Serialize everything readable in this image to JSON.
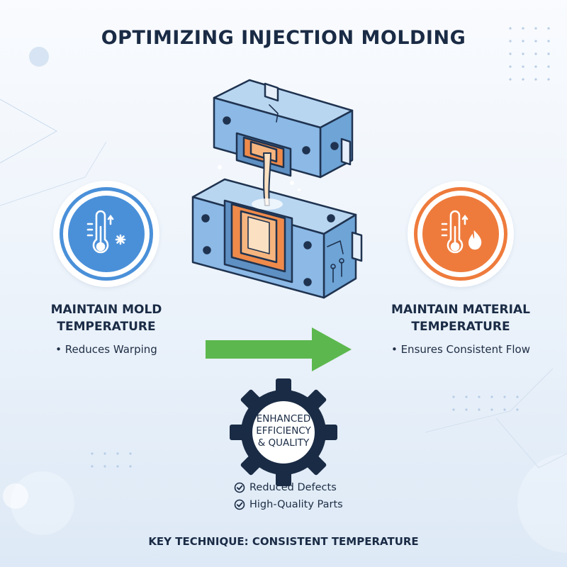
{
  "title": "OPTIMIZING INJECTION MOLDING",
  "left": {
    "heading_line1": "MAINTAIN MOLD",
    "heading_line2": "TEMPERATURE",
    "bullet": "• Reduces Warping",
    "icon": "thermometer-snowflake-icon",
    "color": "#4a90d9"
  },
  "right": {
    "heading_line1": "MAINTAIN MATERIAL",
    "heading_line2": "TEMPERATURE",
    "bullet": "• Ensures Consistent Flow",
    "icon": "thermometer-flame-icon",
    "color": "#ee7b3c"
  },
  "arrow": {
    "icon": "right-arrow-icon",
    "color": "#5cb84e"
  },
  "gear": {
    "icon": "gear-icon",
    "line1": "ENHANCED",
    "line2": "EFFICIENCY",
    "line3": "& QUALITY"
  },
  "benefits": [
    "Reduced Defects",
    "High-Quality Parts"
  ],
  "footer": "KEY TECHNIQUE: CONSISTENT TEMPERATURE",
  "colors": {
    "mold_blue": "#8cb9e6",
    "molten_orange": "#ef8a4a",
    "outline": "#1f3350"
  }
}
